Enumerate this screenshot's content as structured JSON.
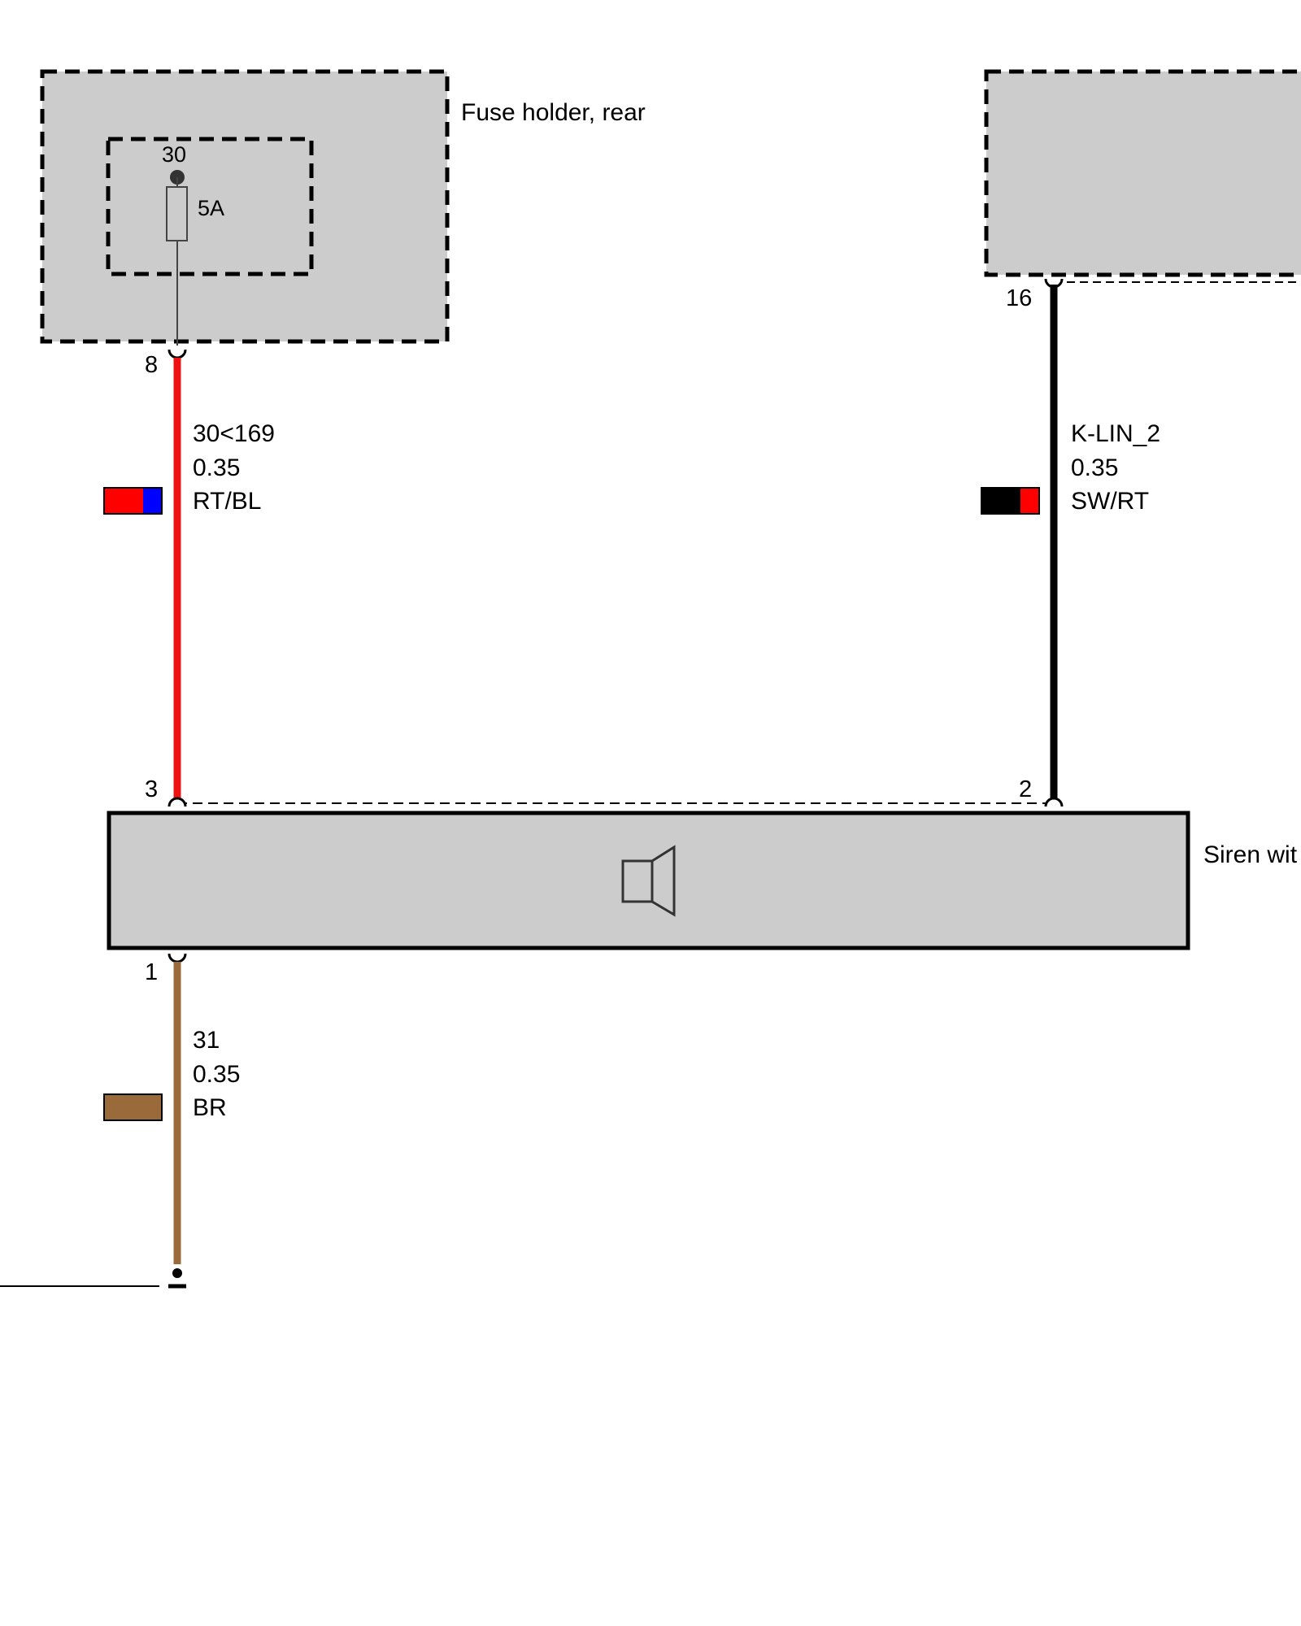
{
  "components": {
    "fuse_holder": {
      "label": "Fuse holder, rear",
      "fuse_terminal": "30",
      "fuse_rating": "5A",
      "pin": "8"
    },
    "right_module": {
      "pin": "16"
    },
    "siren": {
      "label": "Siren wit",
      "pin_left": "3",
      "pin_right": "2",
      "pin_bottom": "1"
    }
  },
  "wires": {
    "red": {
      "signal": "30<169",
      "gauge": "0.35",
      "color_code": "RT/BL",
      "colors": [
        "#ff0000",
        "#0000ff"
      ]
    },
    "black": {
      "signal": "K-LIN_2",
      "gauge": "0.35",
      "color_code": "SW/RT",
      "colors": [
        "#000000",
        "#ff0000"
      ]
    },
    "brown": {
      "signal": "31",
      "gauge": "0.35",
      "color_code": "BR",
      "colors": [
        "#9a6a3a"
      ]
    }
  },
  "icons": {
    "siren": "speaker-icon",
    "fuse": "fuse-icon",
    "ground": "ground-icon"
  },
  "theme": {
    "box_fill": "#cccccc",
    "stroke": "#000000"
  }
}
